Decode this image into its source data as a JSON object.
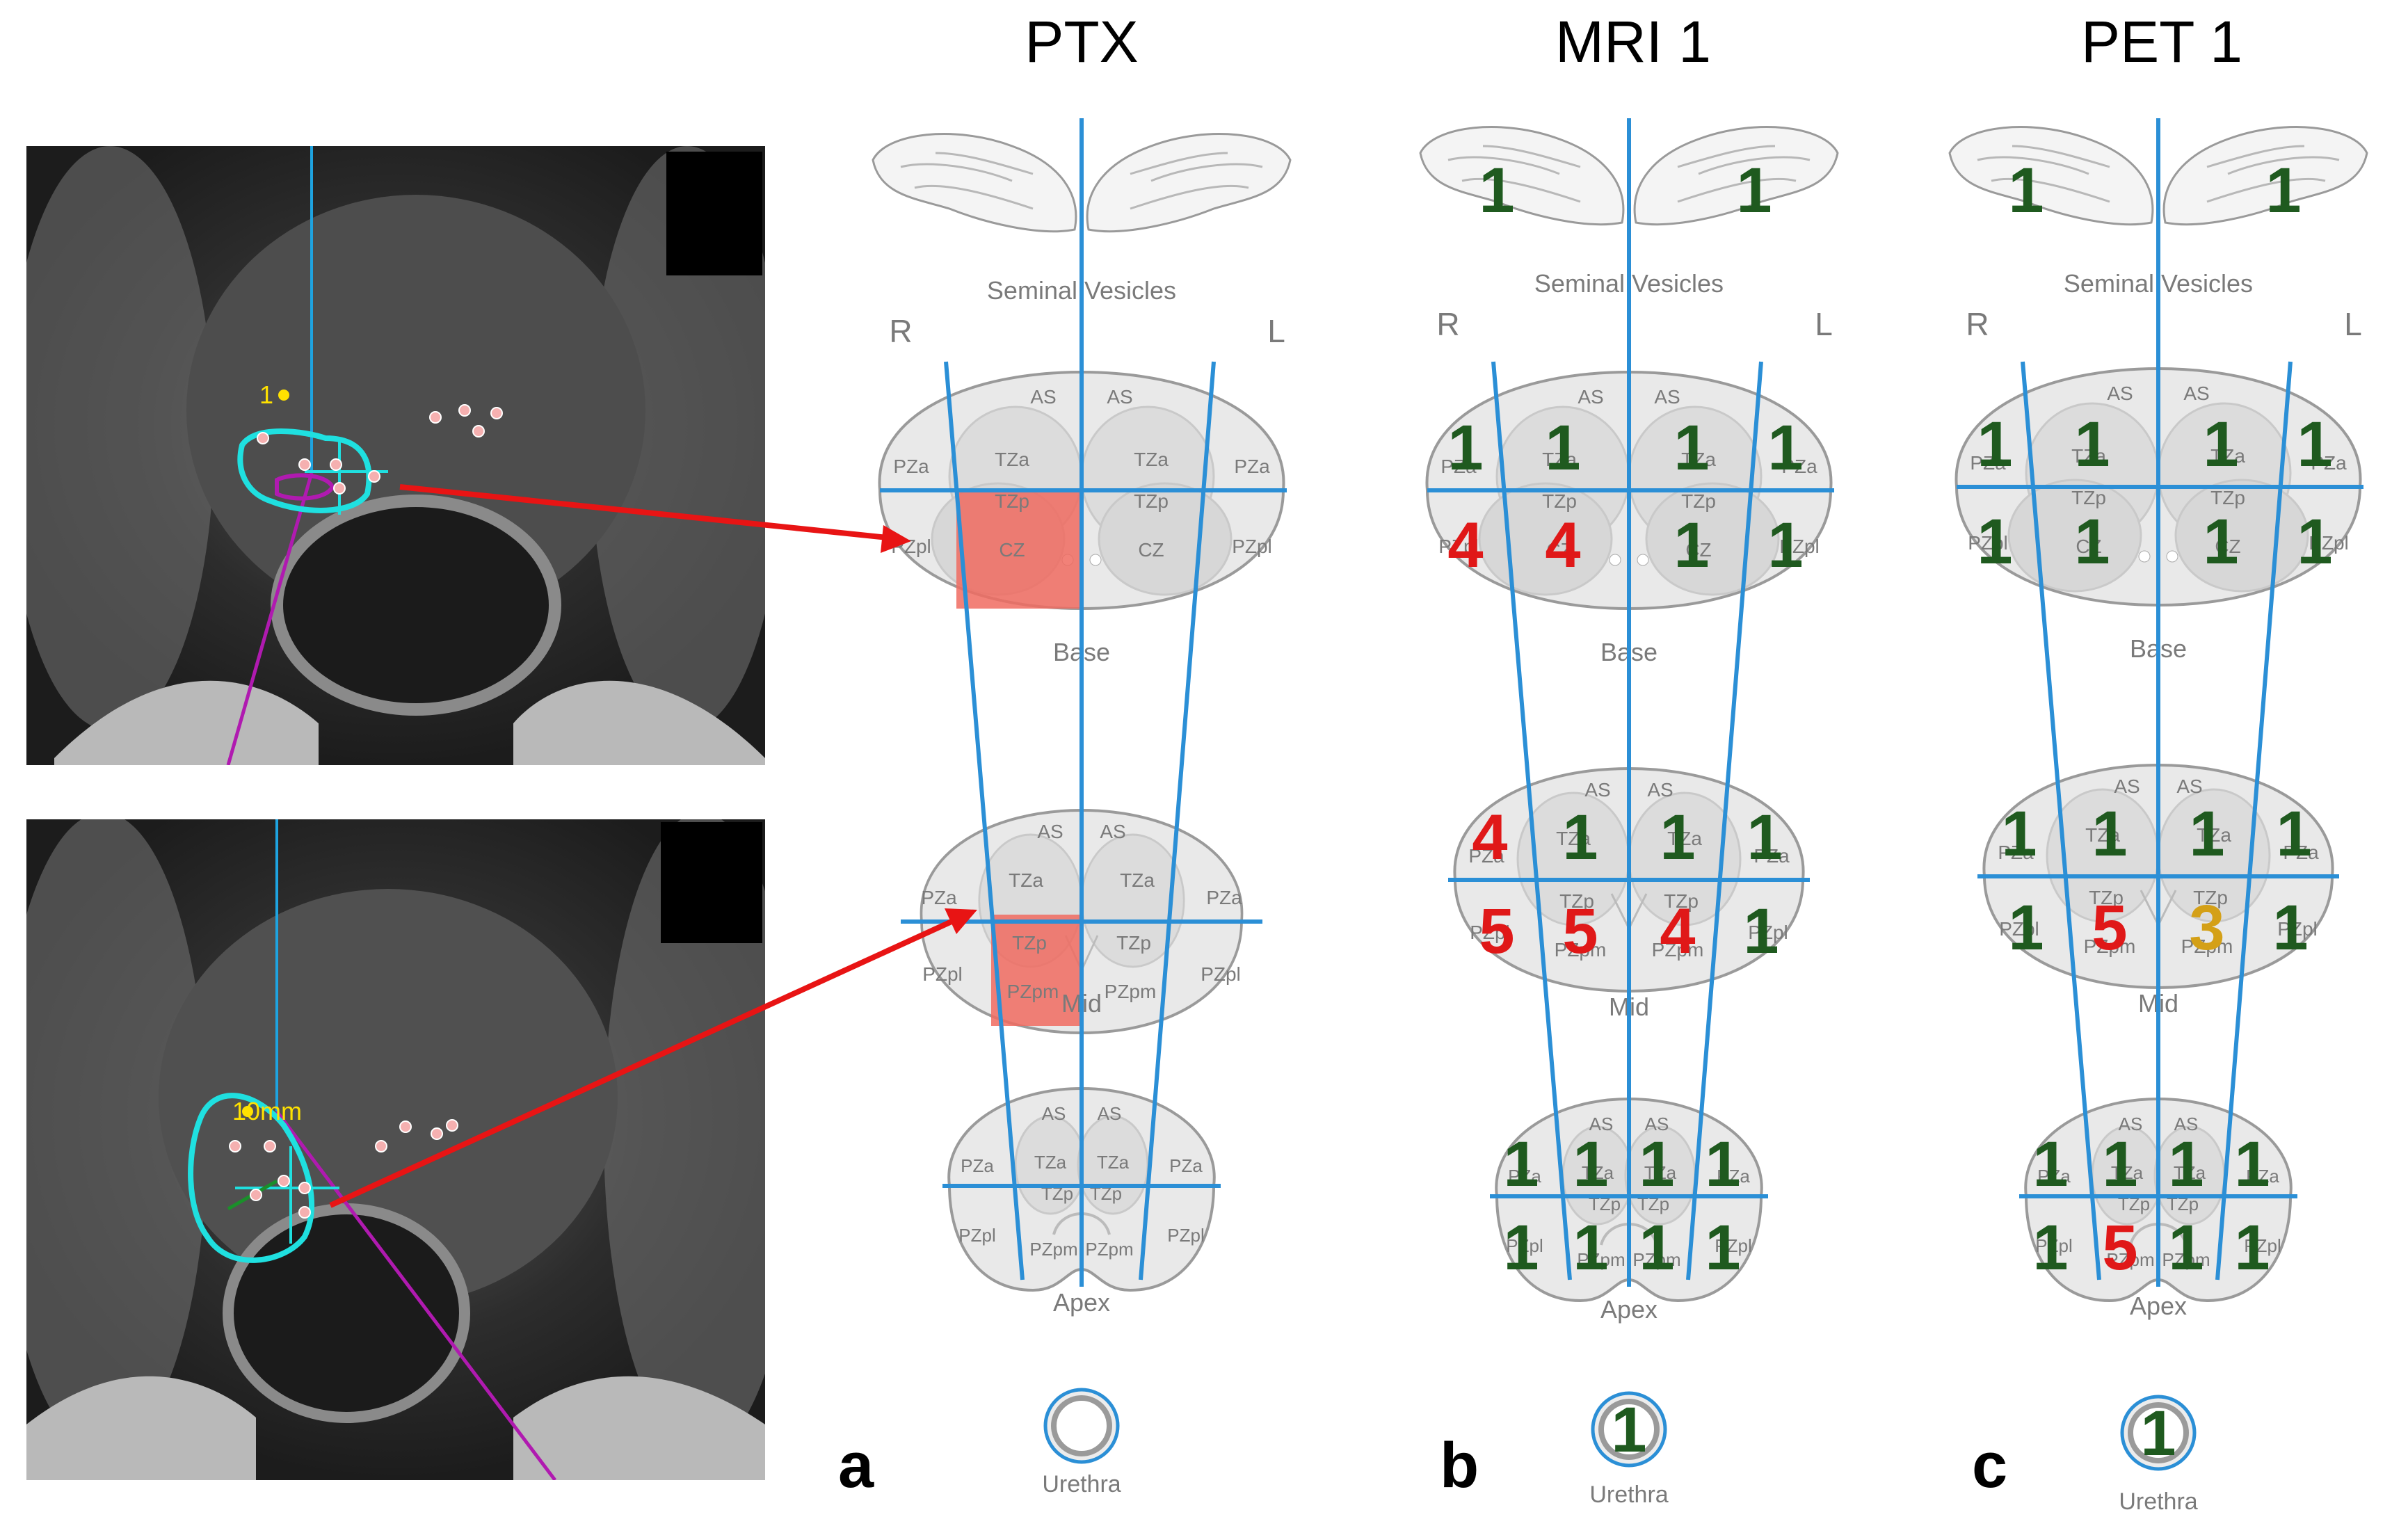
{
  "panels": [
    {
      "id": "a",
      "title": "PTX",
      "letter": "a"
    },
    {
      "id": "b",
      "title": "MRI 1",
      "letter": "b"
    },
    {
      "id": "c",
      "title": "PET 1",
      "letter": "c"
    }
  ],
  "anatomy": {
    "seminal_vesicles": "Seminal Vesicles",
    "right": "R",
    "left": "L",
    "base": "Base",
    "mid": "Mid",
    "apex": "Apex",
    "urethra": "Urethra",
    "zones": {
      "as": "AS",
      "tza": "TZa",
      "tzp": "TZp",
      "pza": "PZa",
      "pzpl": "PZpl",
      "cz": "CZ",
      "pzpm": "PZpm"
    }
  },
  "mri_annotations": {
    "top": "1",
    "bottom": "10mm"
  },
  "scores": {
    "b": {
      "sv": [
        "1",
        "1"
      ],
      "base_top": [
        "1",
        "1",
        "1",
        "1"
      ],
      "base_bottom": [
        "4",
        "4",
        "1",
        "1"
      ],
      "mid_top": [
        "4",
        "1",
        "1",
        "1"
      ],
      "mid_bottom": [
        "5",
        "5",
        "4",
        "1"
      ],
      "apex_top": [
        "1",
        "1",
        "1",
        "1"
      ],
      "apex_bottom": [
        "1",
        "1",
        "1",
        "1"
      ],
      "urethra": "1"
    },
    "c": {
      "sv": [
        "1",
        "1"
      ],
      "base_top": [
        "1",
        "1",
        "1",
        "1"
      ],
      "base_bottom": [
        "1",
        "1",
        "1",
        "1"
      ],
      "mid_top": [
        "1",
        "1",
        "1",
        "1"
      ],
      "mid_bottom": [
        "1",
        "5",
        "3",
        "1"
      ],
      "apex_top": [
        "1",
        "1",
        "1",
        "1"
      ],
      "apex_bottom": [
        "1",
        "5",
        "1",
        "1"
      ],
      "urethra": "1"
    }
  },
  "highlights_a": [
    "base-right-inner-posterior",
    "mid-right-inner-posterior"
  ],
  "colors": {
    "score_1": "#1f5a1f",
    "score_3": "#d4a017",
    "score_4": "#e01818",
    "score_5": "#e01818",
    "grid_line": "#2b8fd6",
    "highlight": "#f06b60",
    "arrow": "#e81414",
    "contour_cyan": "#1fe0e0",
    "needle_magenta": "#b01ab0",
    "outline": "#9a9a9a",
    "fill": "#e9e9e9"
  }
}
